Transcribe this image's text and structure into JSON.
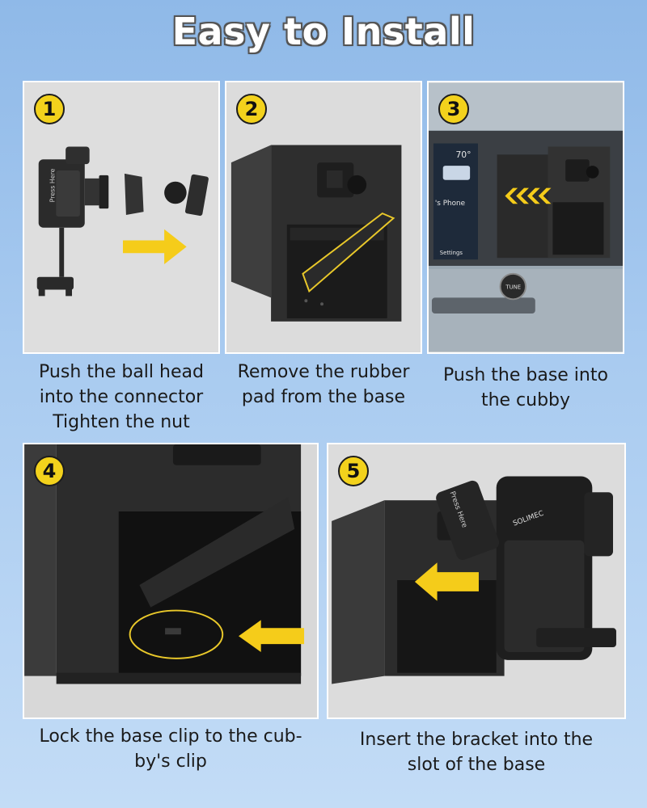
{
  "title": "Easy to Install",
  "steps": [
    {
      "number": "1",
      "caption_lines": [
        "Push the ball head",
        "into the connector",
        "Tighten the nut"
      ],
      "device_label": "Press Here"
    },
    {
      "number": "2",
      "caption_lines": [
        "Remove the rubber",
        "pad from the base"
      ]
    },
    {
      "number": "3",
      "caption_lines": [
        "Push the base into",
        "the cubby"
      ],
      "screen_temp": "70°",
      "screen_phone": "'s Phone",
      "screen_settings": "Settings",
      "knob_label": "TUNE"
    },
    {
      "number": "4",
      "caption_lines": [
        "Lock the base clip to the cub-",
        "by's clip"
      ]
    },
    {
      "number": "5",
      "caption_lines": [
        "Insert the bracket into the",
        "slot of the base"
      ],
      "device_label": "Press Here",
      "brand_label": "SOLIMEC"
    }
  ],
  "colors": {
    "badge": "#f3d21c",
    "arrow": "#f5cc1a",
    "title_outline": "#555555"
  }
}
